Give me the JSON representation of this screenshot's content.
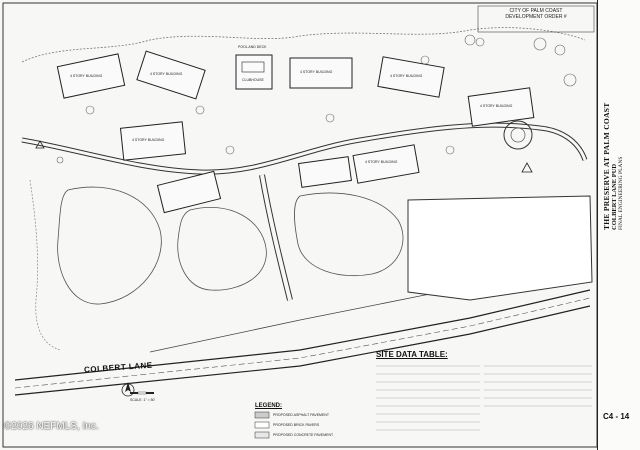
{
  "stamp": {
    "line1": "CITY OF PALM COAST",
    "line2": "DEVELOPMENT ORDER #"
  },
  "title_block": {
    "line1": "THE PRESERVE AT PALM COAST",
    "line2": "COLBERT LANE PUD",
    "line3": "FINAL ENGINEERING PLANS",
    "sheet_number": "C4 - 14"
  },
  "road": {
    "label": "COLBERT LANE"
  },
  "legend": {
    "title": "LEGEND:",
    "items": [
      "PROPOSED ASPHALT PAVEMENT",
      "PROPOSED BRICK PAVERS",
      "PROPOSED CONCRETE PAVEMENT"
    ]
  },
  "site_data": {
    "title": "SITE DATA TABLE:"
  },
  "buildings": [
    {
      "label": "4 STORY BUILDING"
    },
    {
      "label": "4 STORY BUILDING"
    },
    {
      "label": "4 STORY BUILDING"
    },
    {
      "label": "4 STORY BUILDING"
    },
    {
      "label": "4 STORY BUILDING"
    },
    {
      "label": "4 STORY BUILDING"
    },
    {
      "label": "4 STORY BUILDING"
    }
  ],
  "pool": {
    "label": "POOL AND DECK"
  },
  "clubhouse": {
    "label": "CLUBHOUSE"
  },
  "scale": {
    "label": "SCALE: 1\" = 50'"
  },
  "watermark": {
    "text": "©2026 NEFMLS, Inc."
  }
}
